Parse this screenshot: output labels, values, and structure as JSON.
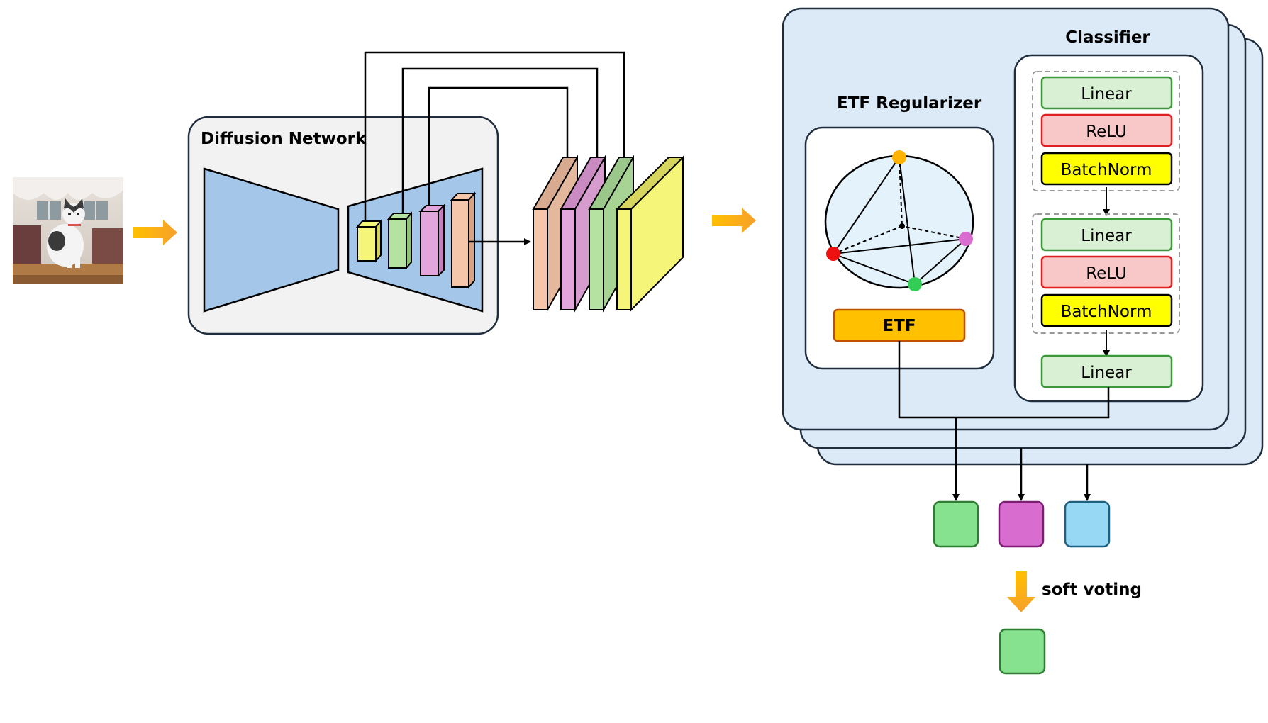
{
  "diffusion": {
    "title": "Diffusion Network"
  },
  "etf_regularizer": {
    "title": "ETF Regularizer",
    "etf_label": "ETF"
  },
  "classifier": {
    "title": "Classifier",
    "block1": [
      "Linear",
      "ReLU",
      "BatchNorm"
    ],
    "block2": [
      "Linear",
      "ReLU",
      "BatchNorm"
    ],
    "final_linear": "Linear"
  },
  "soft_voting": {
    "label": "soft voting"
  },
  "colors": {
    "yellow": "#f5f57a",
    "green": "#b6e2a1",
    "pink": "#e3a6dc",
    "peach": "#f5c6a9",
    "output_green": "#87e28f",
    "output_magenta": "#d96ccf",
    "output_blue": "#97d8f5",
    "panel_blue": "#dce9f6",
    "arrow_orange": "#ffc000"
  }
}
